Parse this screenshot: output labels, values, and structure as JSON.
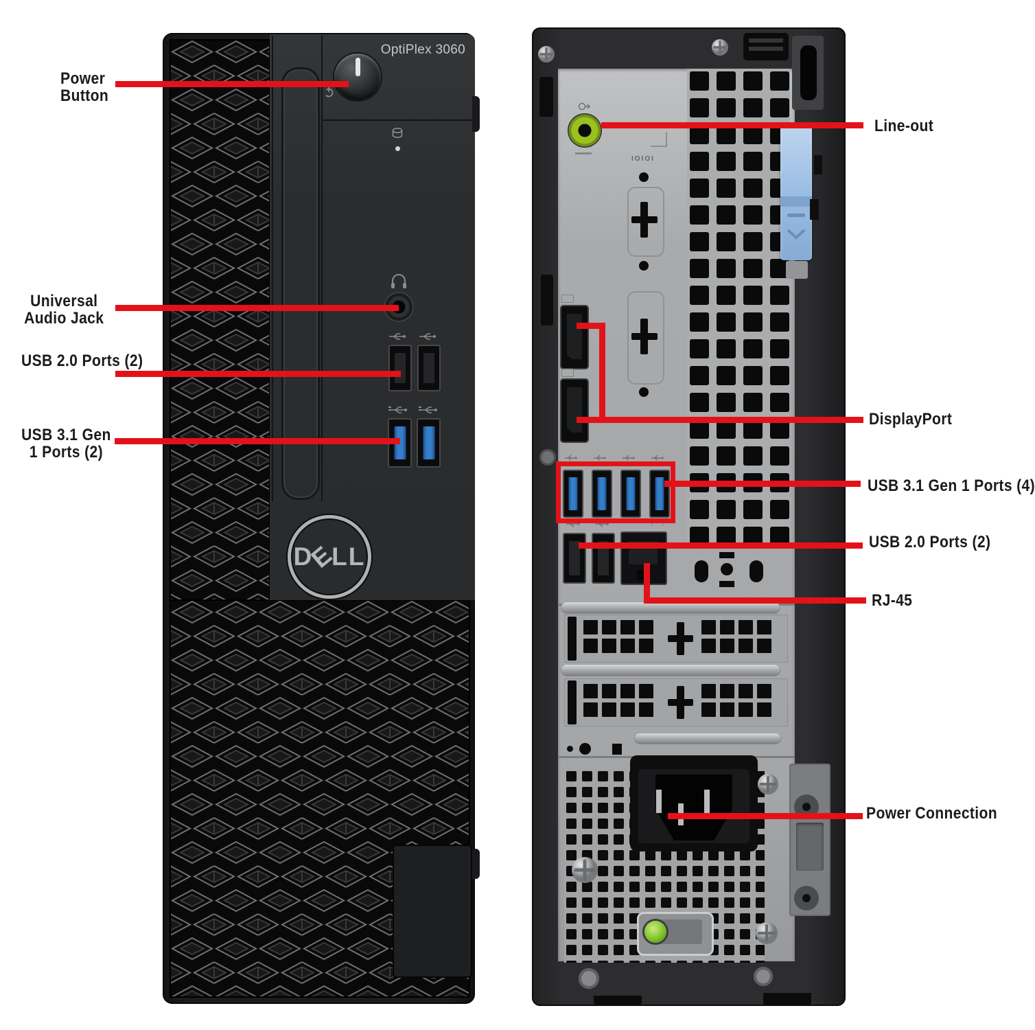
{
  "annotations": {
    "left": [
      {
        "id": "power-button",
        "label": "Power Button"
      },
      {
        "id": "universal-audio-jack",
        "label": "Universal Audio Jack"
      },
      {
        "id": "usb2-front",
        "label": "USB 2.0 Ports (2)"
      },
      {
        "id": "usb31-front",
        "label": "USB 3.1 Gen 1 Ports (2)"
      }
    ],
    "right": [
      {
        "id": "line-out",
        "label": "Line-out"
      },
      {
        "id": "displayport",
        "label": "DisplayPort"
      },
      {
        "id": "usb31-rear",
        "label": "USB 3.1 Gen 1 Ports (4)"
      },
      {
        "id": "usb2-rear",
        "label": "USB 2.0 Ports (2)"
      },
      {
        "id": "rj45",
        "label": "RJ-45"
      },
      {
        "id": "power-connection",
        "label": "Power Connection"
      }
    ]
  },
  "front_view": {
    "model_text": "OptiPlex 3060",
    "brand_text": "DELL"
  },
  "back_view": {
    "serial_port_label": "IOIOI"
  },
  "colors": {
    "annotation_red": "#e31219",
    "usb3_blue": "#357ec9",
    "line_out_green": "#9bc11e",
    "latch_blue": "#a5c4e4",
    "led_green": "#7ec32a",
    "chassis_black": "#1c1c1e",
    "panel_silver": "#a8aaac"
  },
  "icons": {
    "power-icon": "power symbol",
    "hdd-activity-icon": "disk cylinder",
    "headphone-icon": "headset",
    "usb2-icon": "usb trident",
    "usb3-icon": "ss usb trident",
    "line-out-icon": "audio out arrow",
    "screw-icon": "phillips screw",
    "padlock-slot-icon": "padlock slot"
  }
}
